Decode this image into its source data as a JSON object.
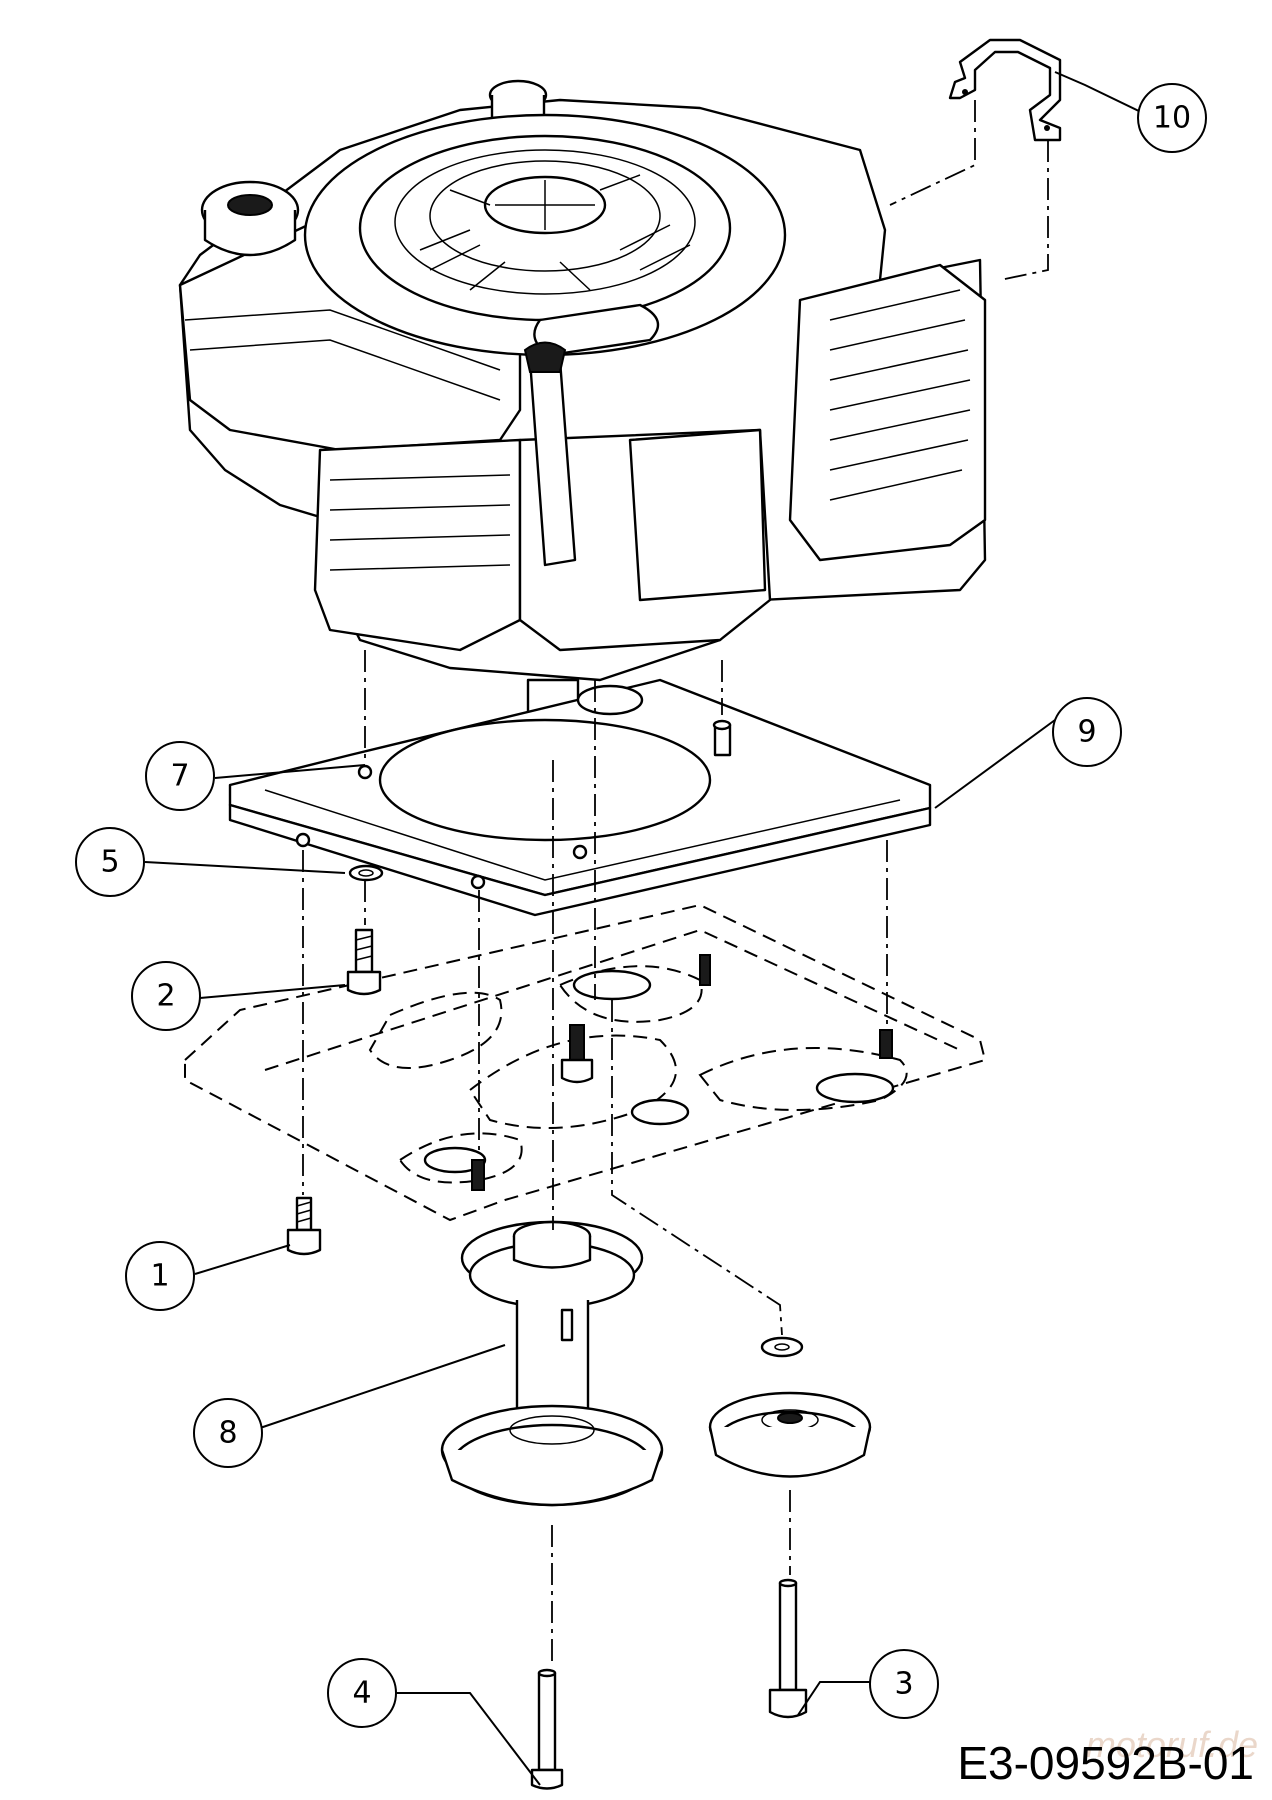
{
  "diagram": {
    "type": "exploded parts diagram",
    "drawing_number": "E3-09592B-01",
    "watermark": "motoruf.de",
    "callouts": [
      {
        "id": "c1",
        "label": "1"
      },
      {
        "id": "c2",
        "label": "2"
      },
      {
        "id": "c3",
        "label": "3"
      },
      {
        "id": "c4",
        "label": "4"
      },
      {
        "id": "c5",
        "label": "5"
      },
      {
        "id": "c7",
        "label": "7"
      },
      {
        "id": "c8",
        "label": "8"
      },
      {
        "id": "c9",
        "label": "9"
      },
      {
        "id": "c10",
        "label": "10"
      }
    ]
  }
}
